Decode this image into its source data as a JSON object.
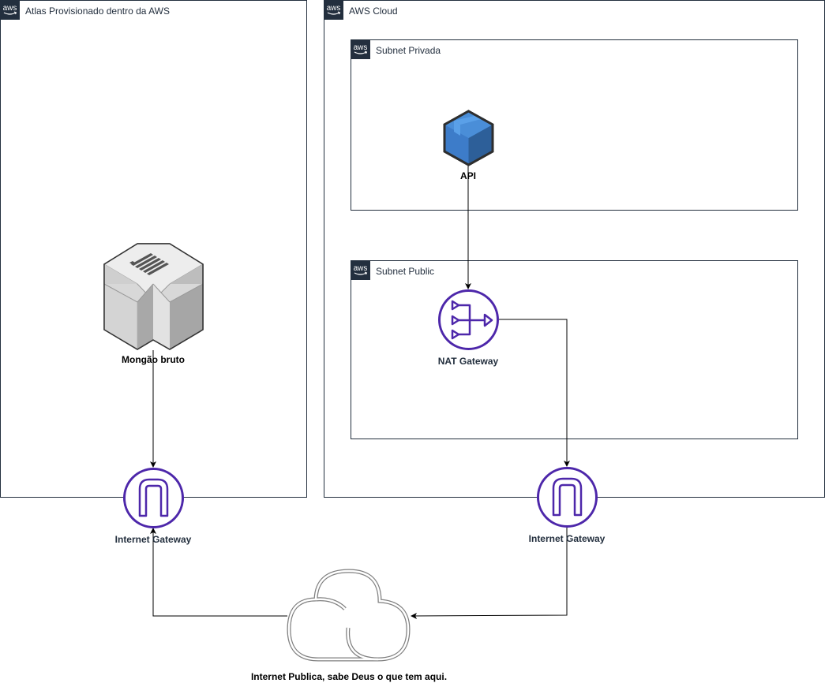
{
  "groups": {
    "atlas": {
      "title": "Atlas Provisionado dentro da AWS"
    },
    "aws_cloud": {
      "title": "AWS Cloud"
    },
    "subnet_private": {
      "title": "Subnet Privada"
    },
    "subnet_public": {
      "title": "Subnet Public"
    }
  },
  "nodes": {
    "mongo": {
      "label": "Mongão bruto",
      "icon": "database-server-icon"
    },
    "api": {
      "label": "API",
      "icon": "package-box-icon"
    },
    "nat": {
      "label": "NAT Gateway",
      "icon": "nat-gateway-icon"
    },
    "igw_left": {
      "label": "Internet Gateway",
      "icon": "internet-gateway-icon"
    },
    "igw_right": {
      "label": "Internet Gateway",
      "icon": "internet-gateway-icon"
    },
    "internet": {
      "label": "Internet Publica, sabe Deus o que tem aqui.",
      "icon": "cloud-icon"
    }
  },
  "colors": {
    "aws_dark": "#232F3E",
    "gateway_purple": "#4D27AA",
    "api_blue": "#3D7CC9",
    "cloud_gray": "#7F7F7F"
  },
  "edges": [
    {
      "from": "mongo",
      "to": "igw_left"
    },
    {
      "from": "api",
      "to": "nat"
    },
    {
      "from": "nat",
      "to": "igw_right"
    },
    {
      "from": "igw_right",
      "to": "internet"
    },
    {
      "from": "internet",
      "to": "igw_left"
    }
  ]
}
